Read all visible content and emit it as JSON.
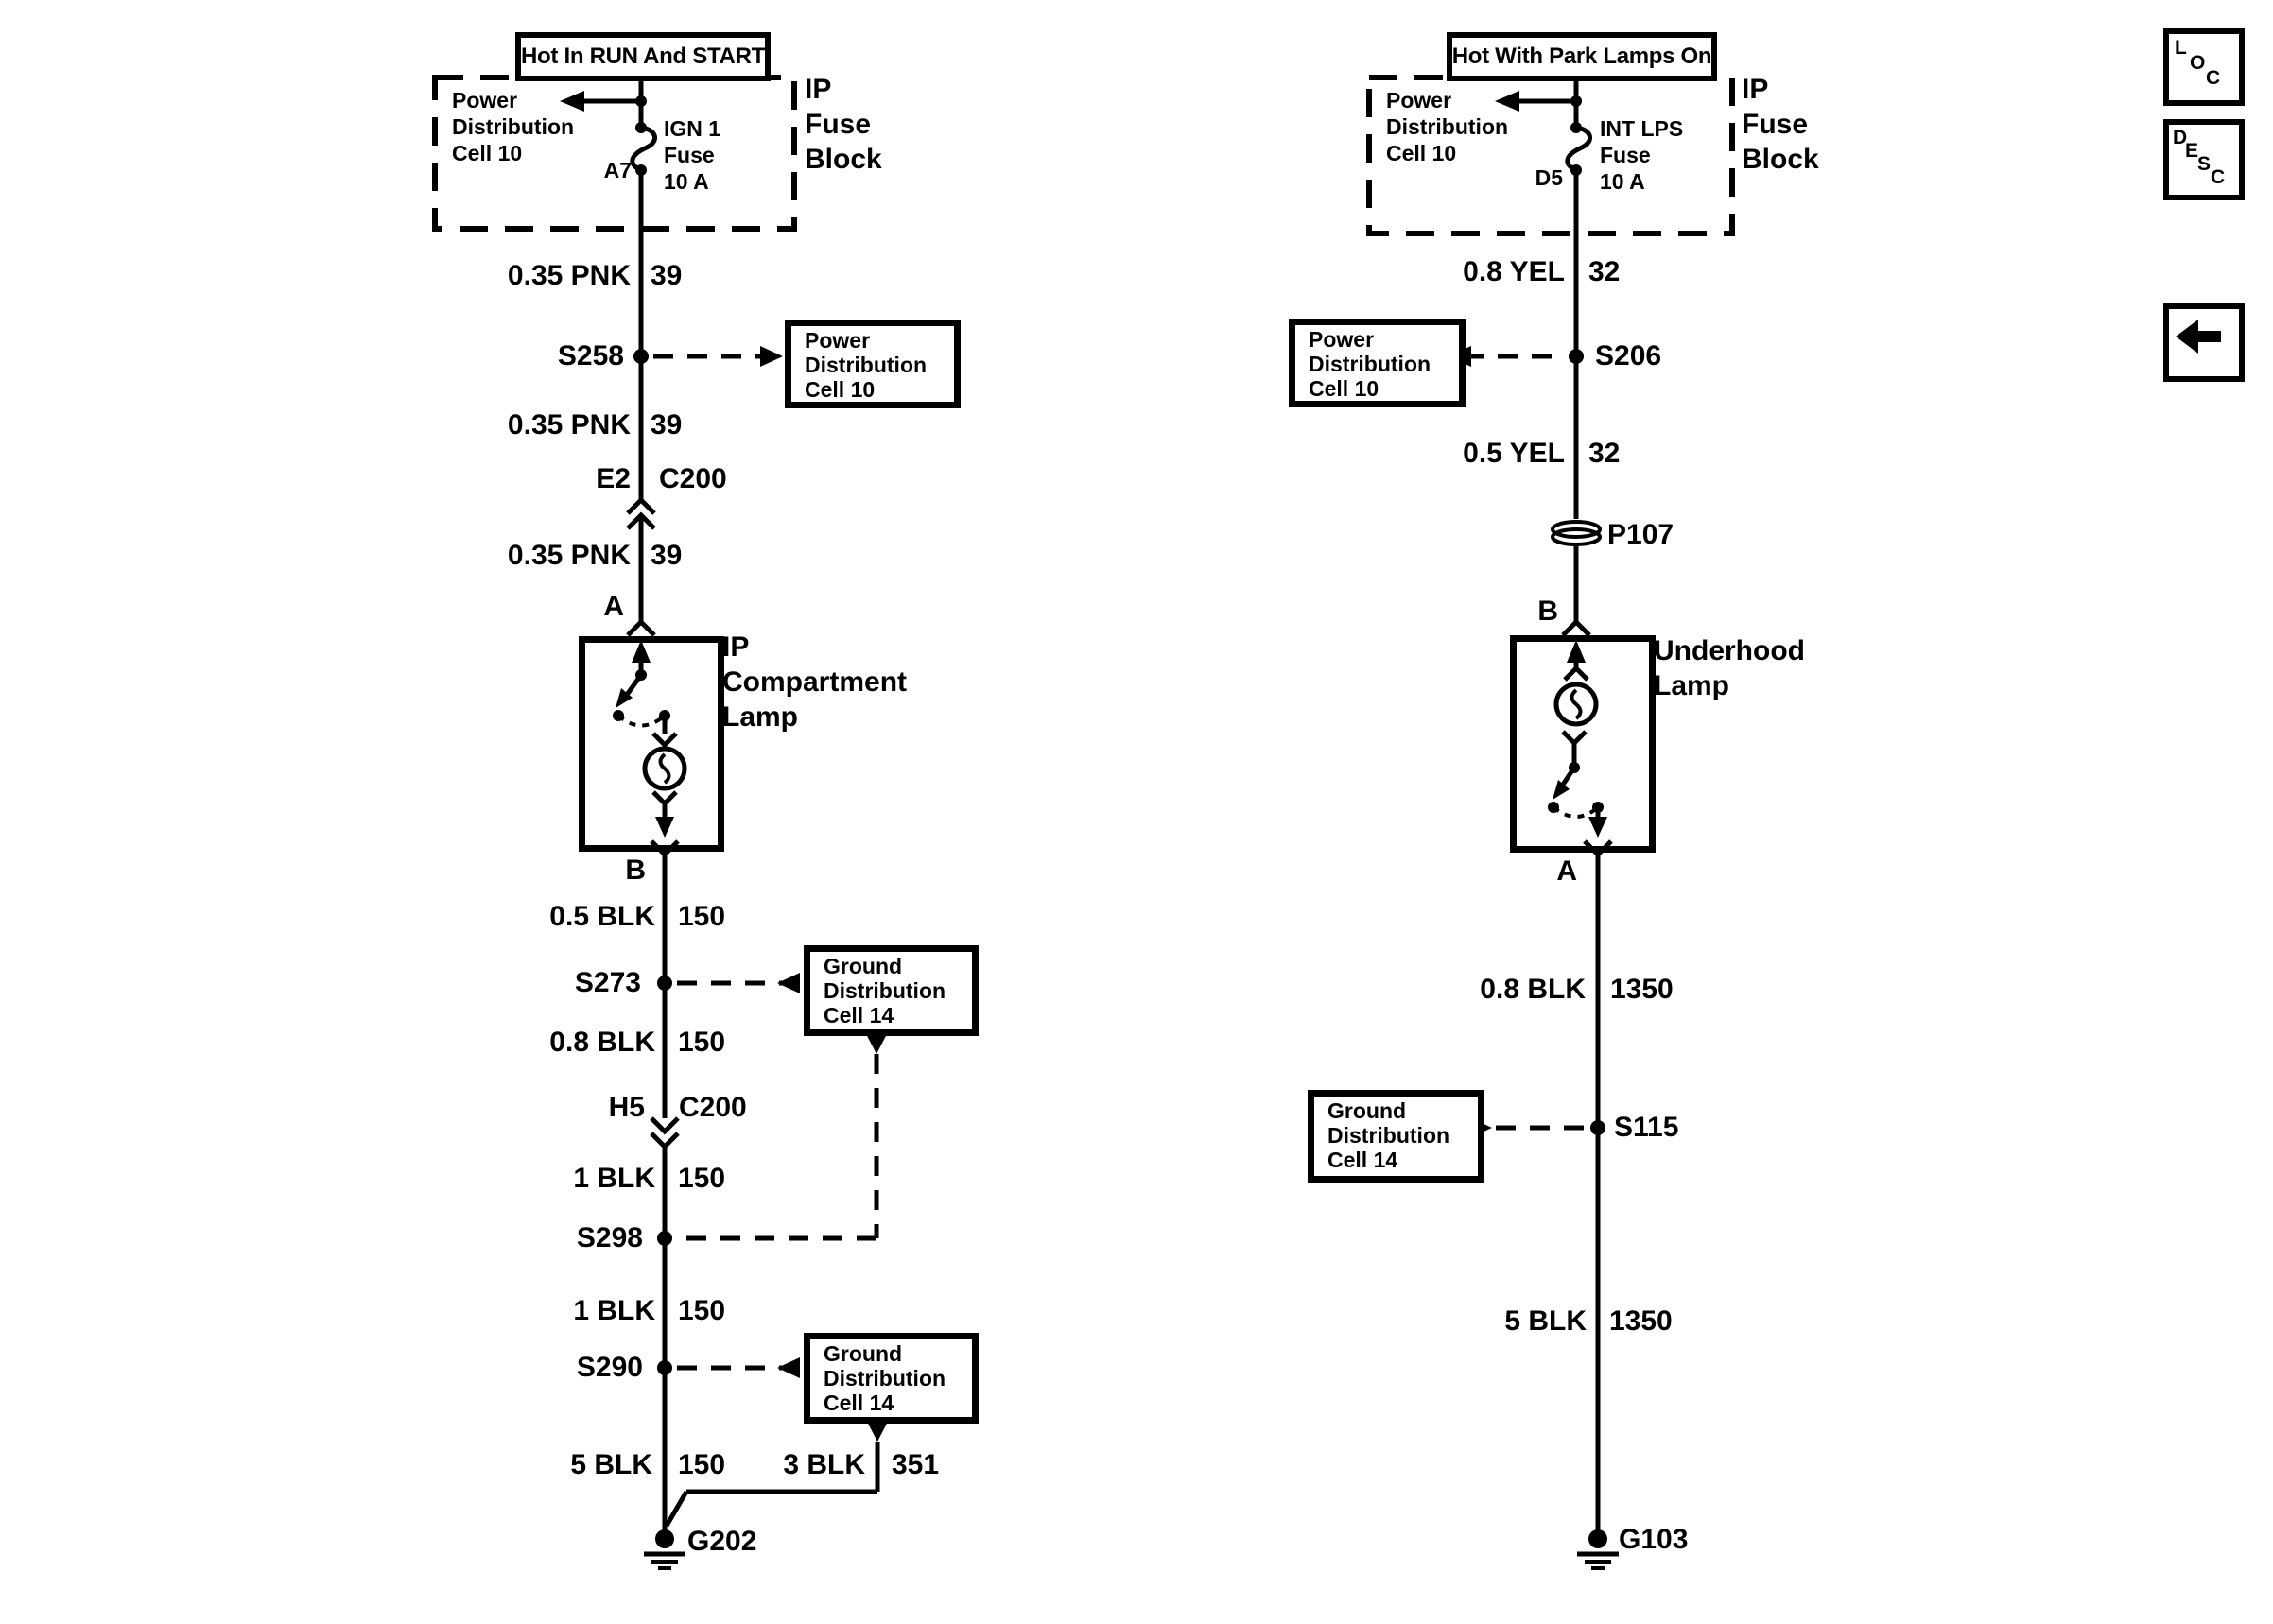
{
  "nav": {
    "loc_letters": [
      "L",
      "O",
      "C"
    ],
    "desc_letters": [
      "D",
      "E",
      "S",
      "C"
    ],
    "back_icon": "left-arrow"
  },
  "left_circuit": {
    "header": "Hot In RUN And START",
    "fuse_block_label": [
      "IP",
      "Fuse",
      "Block"
    ],
    "fuse_block_cell": [
      "Power",
      "Distribution",
      "Cell 10"
    ],
    "fuse": [
      "IGN 1",
      "Fuse",
      "10 A"
    ],
    "fuse_pin": "A7",
    "wire_pnk_1": {
      "spec": "0.35 PNK",
      "circuit": "39"
    },
    "splice_s258": "S258",
    "ref_power_distribution": [
      "Power",
      "Distribution",
      "Cell 10"
    ],
    "wire_pnk_2": {
      "spec": "0.35 PNK",
      "circuit": "39"
    },
    "connector_e2": {
      "pin": "E2",
      "name": "C200"
    },
    "wire_pnk_3": {
      "spec": "0.35 PNK",
      "circuit": "39"
    },
    "lamp_pin_top": "A",
    "lamp_label": [
      "IP",
      "Compartment",
      "Lamp"
    ],
    "lamp_pin_bottom": "B",
    "wire_blk_1": {
      "spec": "0.5 BLK",
      "circuit": "150"
    },
    "splice_s273": "S273",
    "ref_ground_distribution_1": [
      "Ground",
      "Distribution",
      "Cell 14"
    ],
    "wire_blk_2": {
      "spec": "0.8 BLK",
      "circuit": "150"
    },
    "connector_h5": {
      "pin": "H5",
      "name": "C200"
    },
    "wire_blk_3": {
      "spec": "1 BLK",
      "circuit": "150"
    },
    "splice_s298": "S298",
    "wire_blk_4": {
      "spec": "1 BLK",
      "circuit": "150"
    },
    "splice_s290": "S290",
    "ref_ground_distribution_2": [
      "Ground",
      "Distribution",
      "Cell 14"
    ],
    "wire_blk_5": {
      "spec": "5 BLK",
      "circuit": "150"
    },
    "wire_blk_6": {
      "spec": "3 BLK",
      "circuit": "351"
    },
    "ground": "G202"
  },
  "right_circuit": {
    "header": "Hot With Park Lamps On",
    "fuse_block_label": [
      "IP",
      "Fuse",
      "Block"
    ],
    "fuse_block_cell": [
      "Power",
      "Distribution",
      "Cell 10"
    ],
    "fuse": [
      "INT LPS",
      "Fuse",
      "10 A"
    ],
    "fuse_pin": "D5",
    "wire_yel_1": {
      "spec": "0.8 YEL",
      "circuit": "32"
    },
    "ref_power_distribution": [
      "Power",
      "Distribution",
      "Cell 10"
    ],
    "splice_s206": "S206",
    "wire_yel_2": {
      "spec": "0.5 YEL",
      "circuit": "32"
    },
    "grommet": "P107",
    "lamp_pin_top": "B",
    "lamp_label": [
      "Underhood",
      "Lamp"
    ],
    "lamp_pin_bottom": "A",
    "wire_blk_1": {
      "spec": "0.8 BLK",
      "circuit": "1350"
    },
    "ref_ground_distribution": [
      "Ground",
      "Distribution",
      "Cell 14"
    ],
    "splice_s115": "S115",
    "wire_blk_2": {
      "spec": "5 BLK",
      "circuit": "1350"
    },
    "ground": "G103"
  }
}
